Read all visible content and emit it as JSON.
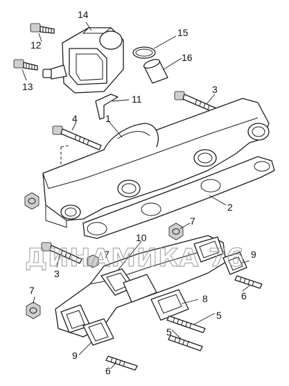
{
  "callouts": {
    "c1": "1",
    "c2": "2",
    "c3a": "3",
    "c3b": "3",
    "c4": "4",
    "c5a": "5",
    "c5b": "5",
    "c6a": "6",
    "c6b": "6",
    "c7a": "7",
    "c7b": "7",
    "c7c": "7",
    "c8": "8",
    "c9a": "9",
    "c9b": "9",
    "c10": "10",
    "c11": "11",
    "c12": "12",
    "c13": "13",
    "c14": "14",
    "c15": "15",
    "c16": "16"
  },
  "watermark": "ДИНАМИКА 76"
}
